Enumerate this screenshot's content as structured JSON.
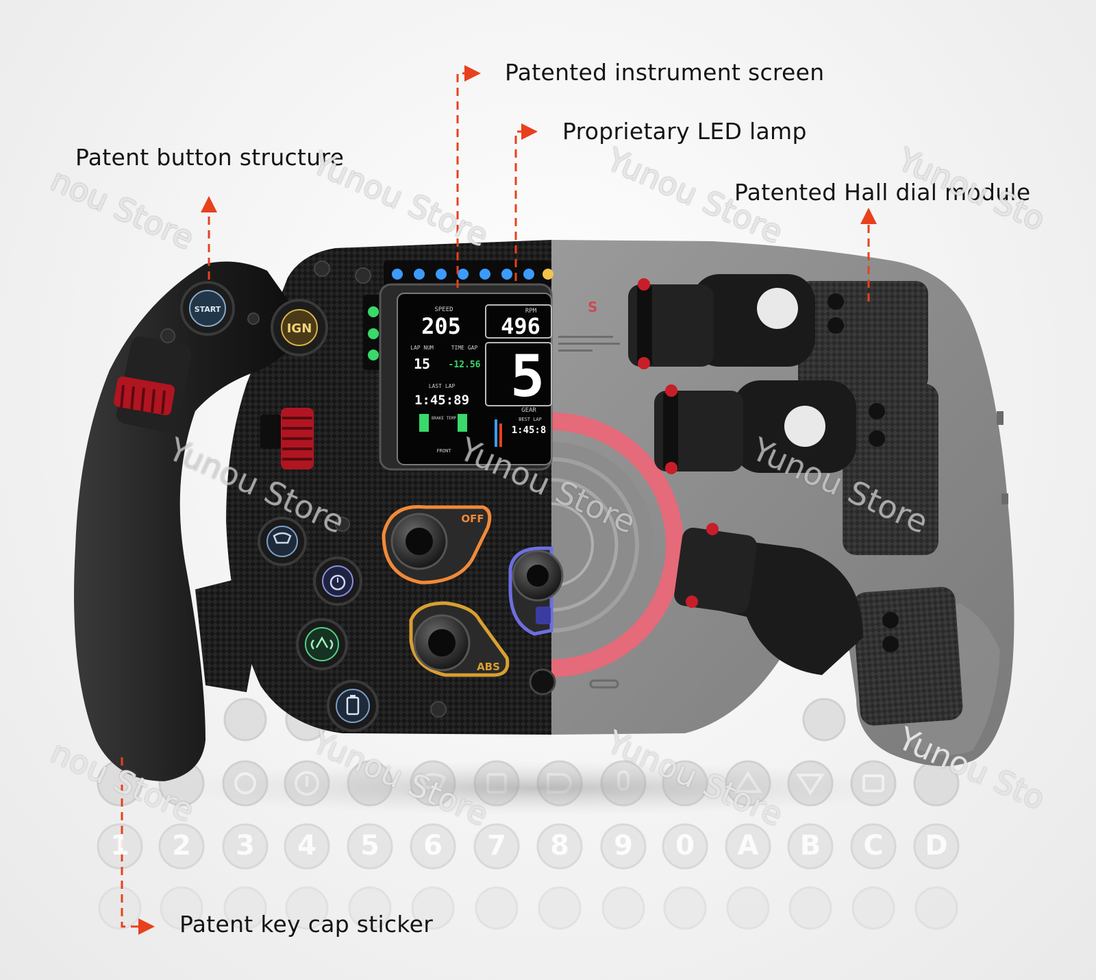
{
  "callouts": {
    "instrument_screen": "Patented instrument screen",
    "led_lamp": "Proprietary LED lamp",
    "button_structure": "Patent button structure",
    "hall_dial": "Patented Hall dial module",
    "key_cap": "Patent key cap sticker"
  },
  "watermark": {
    "full": "Yunou Store",
    "left_cut": "nou Store",
    "right_cut_1": "Yunou Sto",
    "right_cut_2": "Yunou Sto"
  },
  "dashboard": {
    "speed_label": "SPEED",
    "speed_value": "205",
    "rpm_label": "RPM",
    "rpm_value": "496",
    "lap_num_label": "LAP NUM",
    "lap_num_value": "15",
    "time_gap_label": "TIME GAP",
    "time_gap_value": "-12.56",
    "last_lap_label": "LAST LAP",
    "last_lap_value": "1:45:89",
    "gear_value": "5",
    "gear_label": "GEAR",
    "best_lap_label": "BEST LAP",
    "best_lap_value": "1:45:8",
    "brake_temp_label": "BRAKE TEMP",
    "front_label": "FRONT"
  },
  "buttons": {
    "start": "START",
    "ign": "IGN",
    "off": "OFF",
    "abs": "ABS"
  },
  "keycap_rows": {
    "numbers": [
      "1",
      "2",
      "3",
      "4",
      "5",
      "6",
      "7",
      "8",
      "9",
      "0",
      "A",
      "B",
      "C",
      "D"
    ]
  },
  "colors": {
    "accent_red": "#e8401c",
    "carbon": "#1a1a1a",
    "grey_body": "#8a8a8a",
    "pink_ring": "#e56a7a",
    "orange_dial": "#f08a3a",
    "gold_dial": "#d9a030",
    "blue_dial": "#6d6fe0",
    "led_blue": "#3c9bff",
    "led_green": "#39d96a"
  }
}
